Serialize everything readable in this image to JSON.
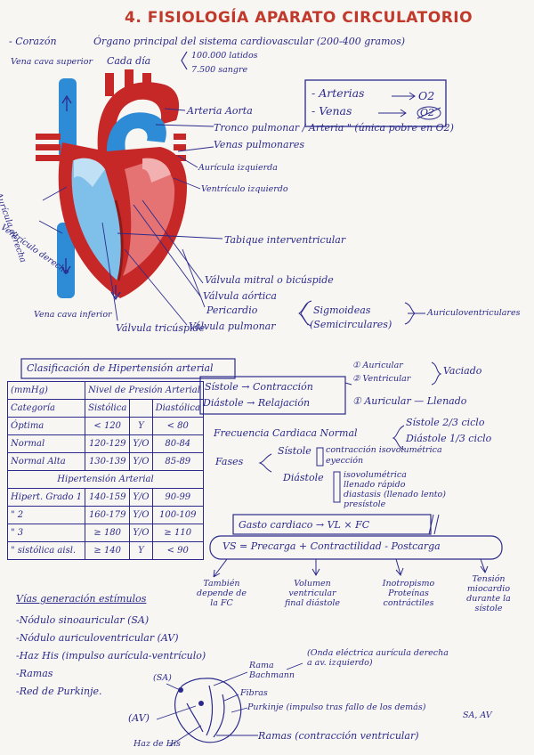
{
  "title": "4. FISIOLOGÍA APARATO CIRCULATORIO",
  "heart": {
    "line1_label": "- Corazón",
    "line1_text": "Órgano principal del sistema cardiovascular (200-400 gramos)",
    "cada_dia": "Cada día",
    "latidos": "100.000 latidos",
    "sangre": "7.500 sangre",
    "labels": {
      "vena_cava_superior": "Vena cava superior",
      "auricula_derecha": "Aurícula derecha",
      "ventriculo_derecho": "Ventrículo derecho",
      "vena_cava_inferior": "Vena cava inferior",
      "arteria_aorta": "Arteria Aorta",
      "tronco_pulmonar": "Tronco pulmonar / Arteria \" (única pobre en O2)",
      "venas_pulmonares": "Venas pulmonares",
      "auricula_izquierda": "Aurícula izquierda",
      "ventriculo_izquierdo": "Ventrículo izquierdo",
      "tabique": "Tabique interventricular",
      "valvula_mitral": "Válvula mitral o bicúspide",
      "valvula_aortica": "Válvula aórtica",
      "pericardio": "Pericardio",
      "valvula_pulmonar": "Válvula pulmonar",
      "valvula_tricuspide": "Válvula tricúspide",
      "sigmoideas": "Sigmoideas",
      "semicirculares": "(Semicirculares)",
      "auriculoventriculares": "Auriculoventriculares"
    },
    "legend": {
      "arterias": "- Arterias",
      "arterias_val": "O2",
      "venas": "- Venas",
      "venas_val": "O2"
    }
  },
  "hypertension": {
    "caption": "Clasificación de Hipertensión arterial",
    "unit": "(mmHg)",
    "header": "Nivel de Presión Arterial",
    "columns": [
      "Categoría",
      "Sistólica",
      "",
      "Diastólica"
    ],
    "rows": [
      [
        "Óptima",
        "< 120",
        "Y",
        "< 80"
      ],
      [
        "Normal",
        "120-129",
        "Y/O",
        "80-84"
      ],
      [
        "Normal Alta",
        "130-139",
        "Y/O",
        "85-89"
      ]
    ],
    "sub_header": "Hipertensión Arterial",
    "rows2": [
      [
        "Hipert. Grado 1",
        "140-159",
        "Y/O",
        "90-99"
      ],
      [
        "\" 2",
        "160-179",
        "Y/O",
        "100-109"
      ],
      [
        "\" 3",
        "≥ 180",
        "Y/O",
        "≥ 110"
      ],
      [
        "\" sistólica aisl.",
        "≥ 140",
        "Y",
        "< 90"
      ]
    ]
  },
  "cycle": {
    "sistole": "Sístole → Contracción",
    "diastole": "Diástole → Relajación",
    "auricular1": "① Auricular",
    "ventricular": "② Ventricular",
    "vaciado": "Vaciado",
    "auricular2": "① Auricular — Llenado",
    "fc_normal": "Frecuencia Cardiaca Normal",
    "sistole_frac": "Sístole 2/3 ciclo",
    "diastole_frac": "Diástole 1/3 ciclo",
    "fases": "Fases",
    "f_sistole": "Sístole",
    "contraccion_iso": "contracción isovolumétrica",
    "eyeccion": "eyección",
    "f_diastole": "Diástole",
    "isovolumetrica": "isovolumétrica",
    "llenado_rapido": "llenado rápido",
    "diastasis": "diastasis (llenado lento)",
    "presistole": "presístole"
  },
  "cardiac_output": {
    "formula": "Gasto cardiaco → VL × FC",
    "vs": "VS = Precarga + Contractilidad - Postcarga",
    "notes": [
      "También depende de la FC",
      "Volumen ventricular final diástole",
      "Inotropismo Proteínas contráctiles",
      "Tensión miocardio durante la sístole"
    ]
  },
  "stimuli": {
    "heading": "Vías generación estímulos",
    "items": [
      "-Nódulo sinoauricular (SA)",
      "-Nódulo auriculoventricular (AV)",
      "-Haz His (impulso aurícula-ventrículo)",
      "-Ramas",
      "-Red de Purkinje."
    ],
    "onda": "(Onda eléctrica aurícula derecha a av. izquierdo)",
    "rama_bachmann": "Rama Bachmann",
    "sa": "(SA)",
    "fibras": "Fibras",
    "purkinje": "Purkinje (impulso tras fallo de los demás)",
    "sa_av": "SA, AV",
    "av": "(AV)",
    "haz": "Haz de His",
    "ramas": "Ramas (contracción ventricular)"
  },
  "colors": {
    "ink": "#2b2a8c",
    "arterial": "#c62828",
    "venous": "#2e8bd6"
  }
}
